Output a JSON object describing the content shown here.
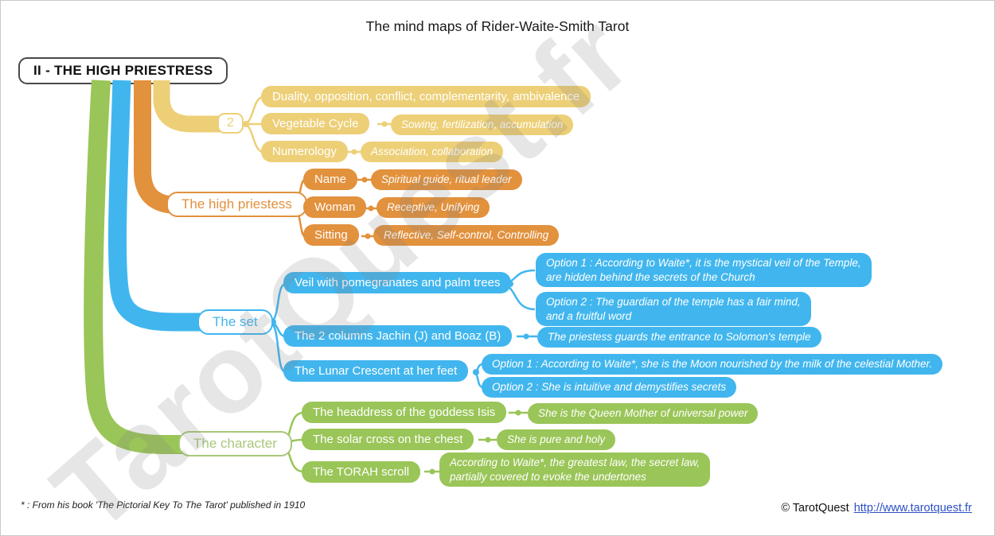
{
  "title": "The mind maps of Rider-Waite-Smith Tarot",
  "watermark": "TarotQuest.fr",
  "root": {
    "label": "II - THE HIGH PRIESTRESS"
  },
  "colors": {
    "yellow": "#EDCF77",
    "orange": "#E2913D",
    "blue": "#41B6EE",
    "green": "#9AC558",
    "character_green": "#A8C87A",
    "link_blue": "#2d50c3",
    "watermark_gray": "#E2E2E2"
  },
  "branches": [
    {
      "id": "two",
      "node_label": "2",
      "children": [
        {
          "label": "Duality, opposition, conflict, complementarity, ambivalence",
          "notes": []
        },
        {
          "label": "Vegetable Cycle",
          "notes": [
            {
              "lines": [
                "Sowing, fertilization, accumulation"
              ]
            }
          ]
        },
        {
          "label": "Numerology",
          "notes": [
            {
              "lines": [
                "Association, collaboration"
              ]
            }
          ]
        }
      ]
    },
    {
      "id": "high-priestess",
      "node_label": "The high priestess",
      "children": [
        {
          "label": "Name",
          "notes": [
            {
              "lines": [
                "Spiritual guide, ritual leader"
              ]
            }
          ]
        },
        {
          "label": "Woman",
          "notes": [
            {
              "lines": [
                "Receptive, Unifying"
              ]
            }
          ]
        },
        {
          "label": "Sitting",
          "notes": [
            {
              "lines": [
                "Reflective, Self-control, Controlling"
              ]
            }
          ]
        }
      ]
    },
    {
      "id": "the-set",
      "node_label": "The set",
      "children": [
        {
          "label": "Veil with pomegranates and palm trees",
          "notes": [
            {
              "lines": [
                "Option 1 : According to Waite*, it is the mystical veil of the Temple,",
                "are hidden behind the secrets of the Church"
              ]
            },
            {
              "lines": [
                "Option 2 : The guardian of the temple has a fair mind,",
                "and a fruitful word"
              ]
            }
          ]
        },
        {
          "label": "The 2 columns Jachin (J) and Boaz (B)",
          "notes": [
            {
              "lines": [
                "The priestess guards the entrance to Solomon's temple"
              ]
            }
          ]
        },
        {
          "label": "The Lunar Crescent at her feet",
          "notes": [
            {
              "lines": [
                "Option 1 : According to Waite*, she is the Moon nourished by the milk of the celestial Mother."
              ]
            },
            {
              "lines": [
                "Option 2 : She is intuitive and demystifies secrets"
              ]
            }
          ]
        }
      ]
    },
    {
      "id": "the-character",
      "node_label": "The character",
      "children": [
        {
          "label": "The headdress of the goddess Isis",
          "notes": [
            {
              "lines": [
                "She is the Queen Mother of universal power"
              ]
            }
          ]
        },
        {
          "label": "The solar cross on the chest",
          "notes": [
            {
              "lines": [
                "She is pure and holy"
              ]
            }
          ]
        },
        {
          "label": "The TORAH scroll",
          "notes": [
            {
              "lines": [
                "According to Waite*, the greatest law, the secret law,",
                "partially covered to evoke the undertones"
              ]
            }
          ]
        }
      ]
    }
  ],
  "footnote": "* : From his book 'The Pictorial Key To The Tarot' published in 1910",
  "credit": {
    "copyright": "© TarotQuest",
    "link": "http://www.tarotquest.fr"
  }
}
